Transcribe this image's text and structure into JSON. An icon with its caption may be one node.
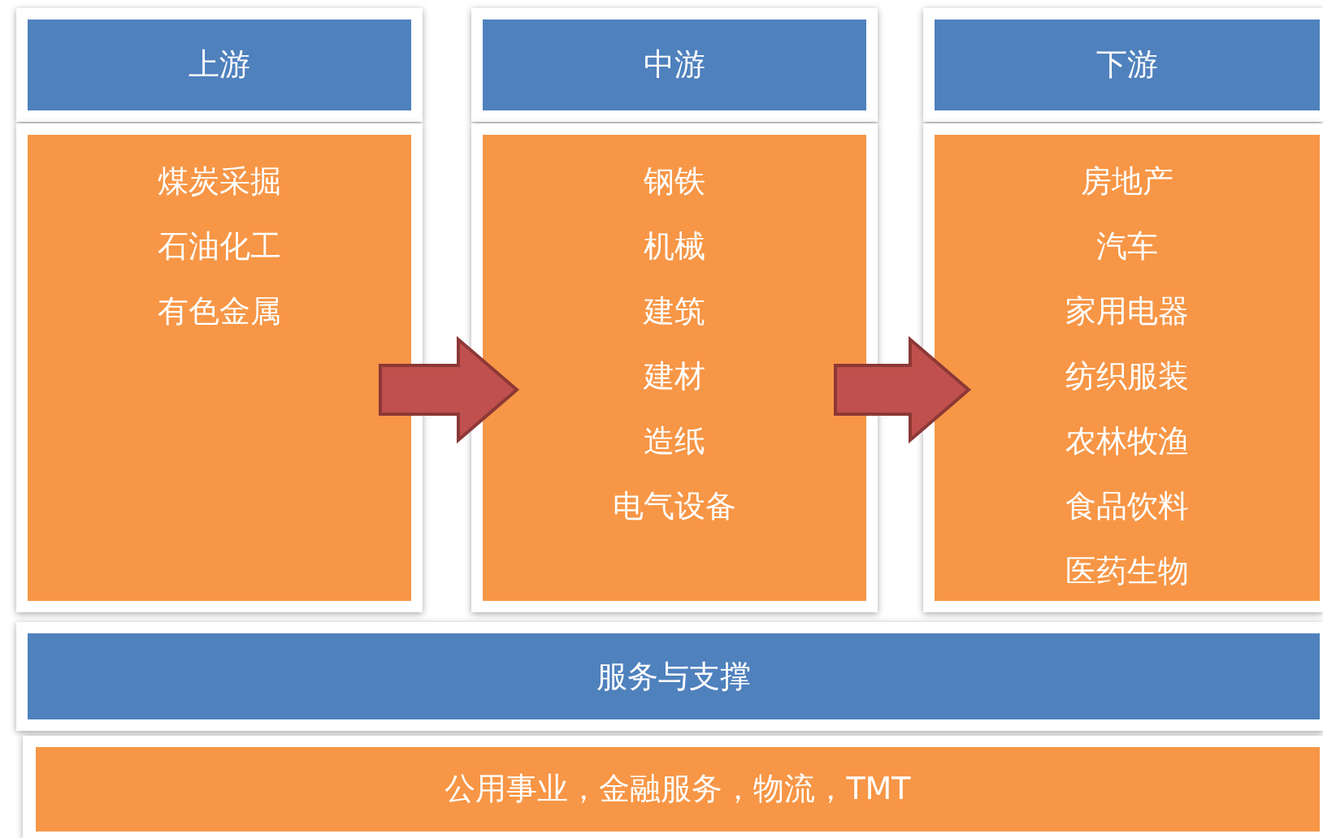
{
  "diagram": {
    "nodes": [
      {
        "text": [
          "上游"
        ]
      },
      {
        "text": [
          "煤炭采掘",
          "石油化工",
          "有色金属"
        ]
      },
      {
        "text": [
          "中游"
        ]
      },
      {
        "text": [
          "钢铁",
          "机械",
          "建筑",
          "建材",
          "造纸",
          "电气设备"
        ]
      },
      {
        "text": [
          "下游"
        ]
      },
      {
        "text": [
          "房地产",
          "汽车",
          "家用电器",
          "纺织服装",
          "农林牧渔",
          "食品饮料",
          "医药生物"
        ]
      },
      {
        "text": [
          "服务与支撑"
        ]
      },
      {
        "text": [
          "公用事业，金融服务，物流，TMT"
        ]
      }
    ],
    "edges": [
      {
        "from": 1,
        "to": 3,
        "arrow": "to"
      },
      {
        "from": 3,
        "to": 5,
        "arrow": "to"
      }
    ]
  }
}
